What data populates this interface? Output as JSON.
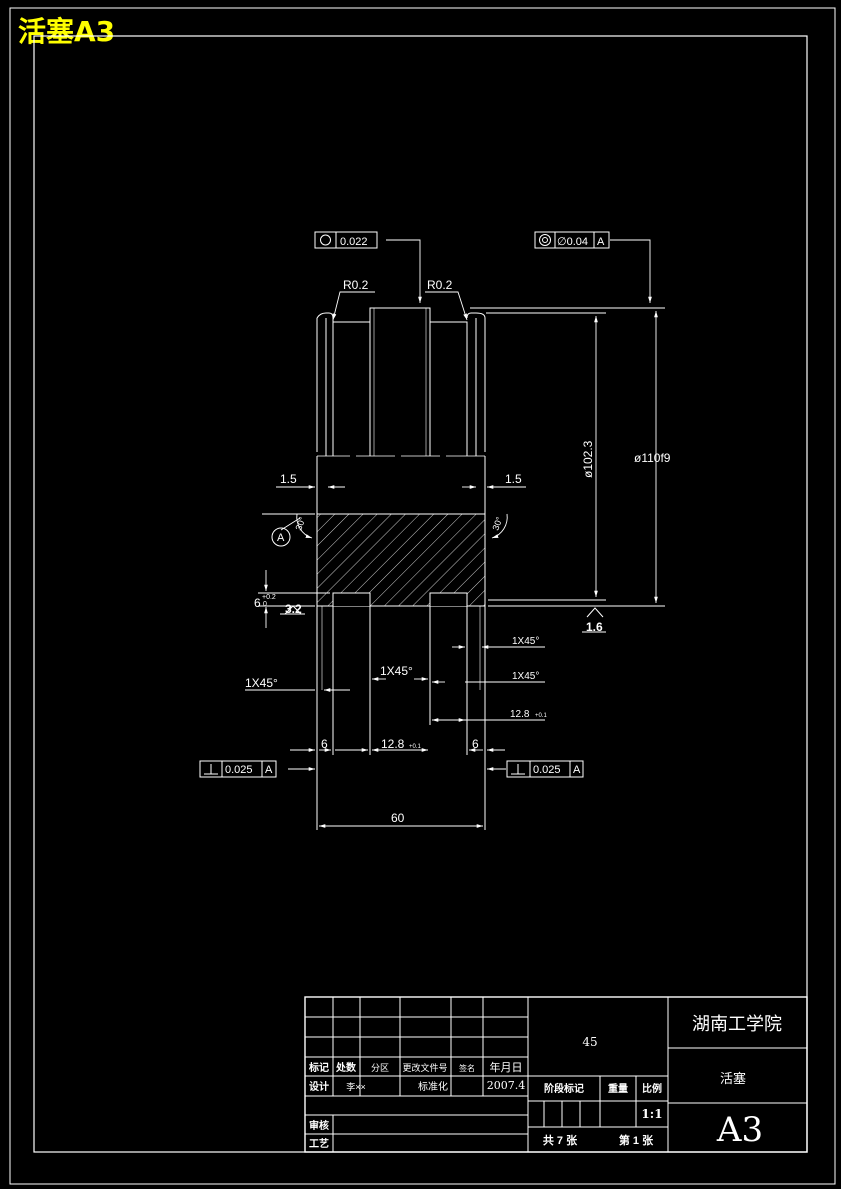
{
  "corner_title": "活塞A3",
  "colors": {
    "background": "#000000",
    "line": "#ffffff",
    "title": "#ffff00"
  },
  "tolerance_frames": {
    "circularity": "0.022",
    "concentricity": "∅0.04",
    "concentricity_datum": "A",
    "perp_left": "0.025",
    "perp_left_datum": "A",
    "perp_right": "0.025",
    "perp_right_datum": "A"
  },
  "icons": {
    "circularity": "circle-icon",
    "concentricity": "concentric-circles-icon",
    "perpendicularity": "perpendicular-icon",
    "roughness": "surface-finish-icon",
    "datum": "datum-circle-icon"
  },
  "dimensions": {
    "r_left": "R0.2",
    "r_right": "R0.2",
    "d_inner": "ø102.3",
    "d_outer": "ø110f9",
    "chamfer_w_left": "1.5",
    "chamfer_w_right": "1.5",
    "angle_left": "30°",
    "angle_right": "30°",
    "datum_label": "A",
    "groove_depth": "6",
    "groove_depth_tol": "+0.2",
    "groove_depth_tol2": "0",
    "roughness_left": "3.2",
    "roughness_right": "1.6",
    "c1": "1X45°",
    "c2": "1X45°",
    "c3": "1X45°",
    "c4": "1X45°",
    "groove_w_right": "12.8",
    "groove_w_right_tol": "+0.1",
    "w_left": "6",
    "groove_w_center": "12.8",
    "groove_w_center_tol": "+0.1",
    "w_right": "6",
    "total_width": "60"
  },
  "title_block": {
    "material": "45",
    "school": "湖南工学院",
    "part_name": "活塞",
    "drawing_size": "A3",
    "row_headers": [
      "标记",
      "处数",
      "分区",
      "更改文件号",
      "签名",
      "年月日"
    ],
    "design_label": "设计",
    "designer": "李××",
    "standardize_label": "标准化",
    "date": "2007.4",
    "review_label": "审核",
    "process_label": "工艺",
    "stage_mark_label": "阶段标记",
    "weight_label": "重量",
    "scale_label": "比例",
    "scale": "1:1",
    "sheets_total": "共 7 张",
    "sheet_no": "第 1 张"
  }
}
